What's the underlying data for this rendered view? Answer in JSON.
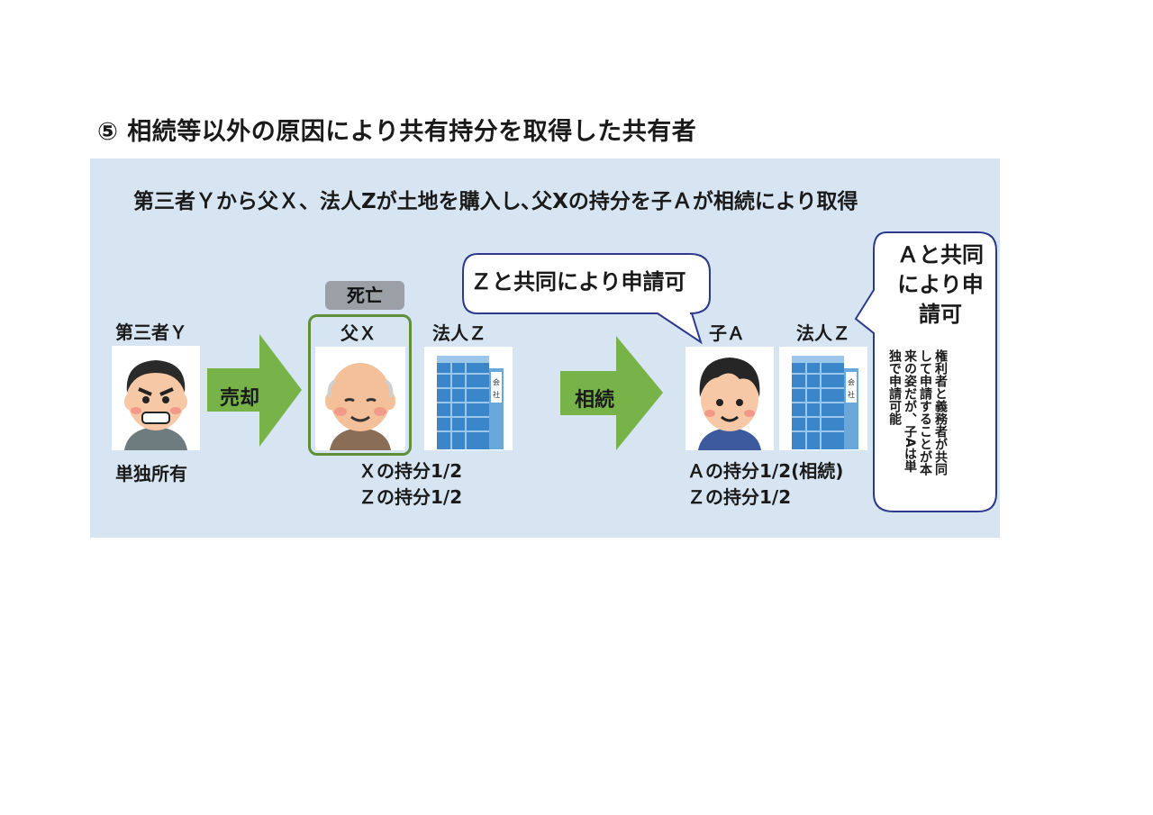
{
  "heading": "⑤ 相続等以外の原因により共有持分を取得した共有者",
  "subtitle": "第三者Ｙから父Ｘ、法人Zが土地を購入し､父Xの持分を子Ａが相続により取得",
  "third_party": {
    "label": "第三者Ｙ",
    "ownership": "単独所有"
  },
  "arrow_sale": "売却",
  "death_badge": "死亡",
  "father": {
    "label": "父Ｘ"
  },
  "corp_left": {
    "label": "法人Ｚ",
    "sign": "会社"
  },
  "shares_left": [
    "Ｘの持分1/2",
    "Ｚの持分1/2"
  ],
  "arrow_inherit": "相続",
  "bubble_center": "Ｚと共同により申請可",
  "child": {
    "label": "子Ａ"
  },
  "corp_right": {
    "label": "法人Ｚ",
    "sign": "会社"
  },
  "shares_right": [
    "Ａの持分1/2(相続)",
    "Ｚの持分1/2"
  ],
  "bubble_right": {
    "main": "Ａと共同により申請可",
    "note": "権利者と義務者が共同して申請することが本来の姿だが、子Aは単独で申請可能"
  },
  "colors": {
    "panel": "#d7e5f3",
    "arrow": "#78b34a",
    "frame": "#5f8f3a",
    "badge": "#9aa0a6",
    "bubble_stroke": "#2b3a8c"
  }
}
